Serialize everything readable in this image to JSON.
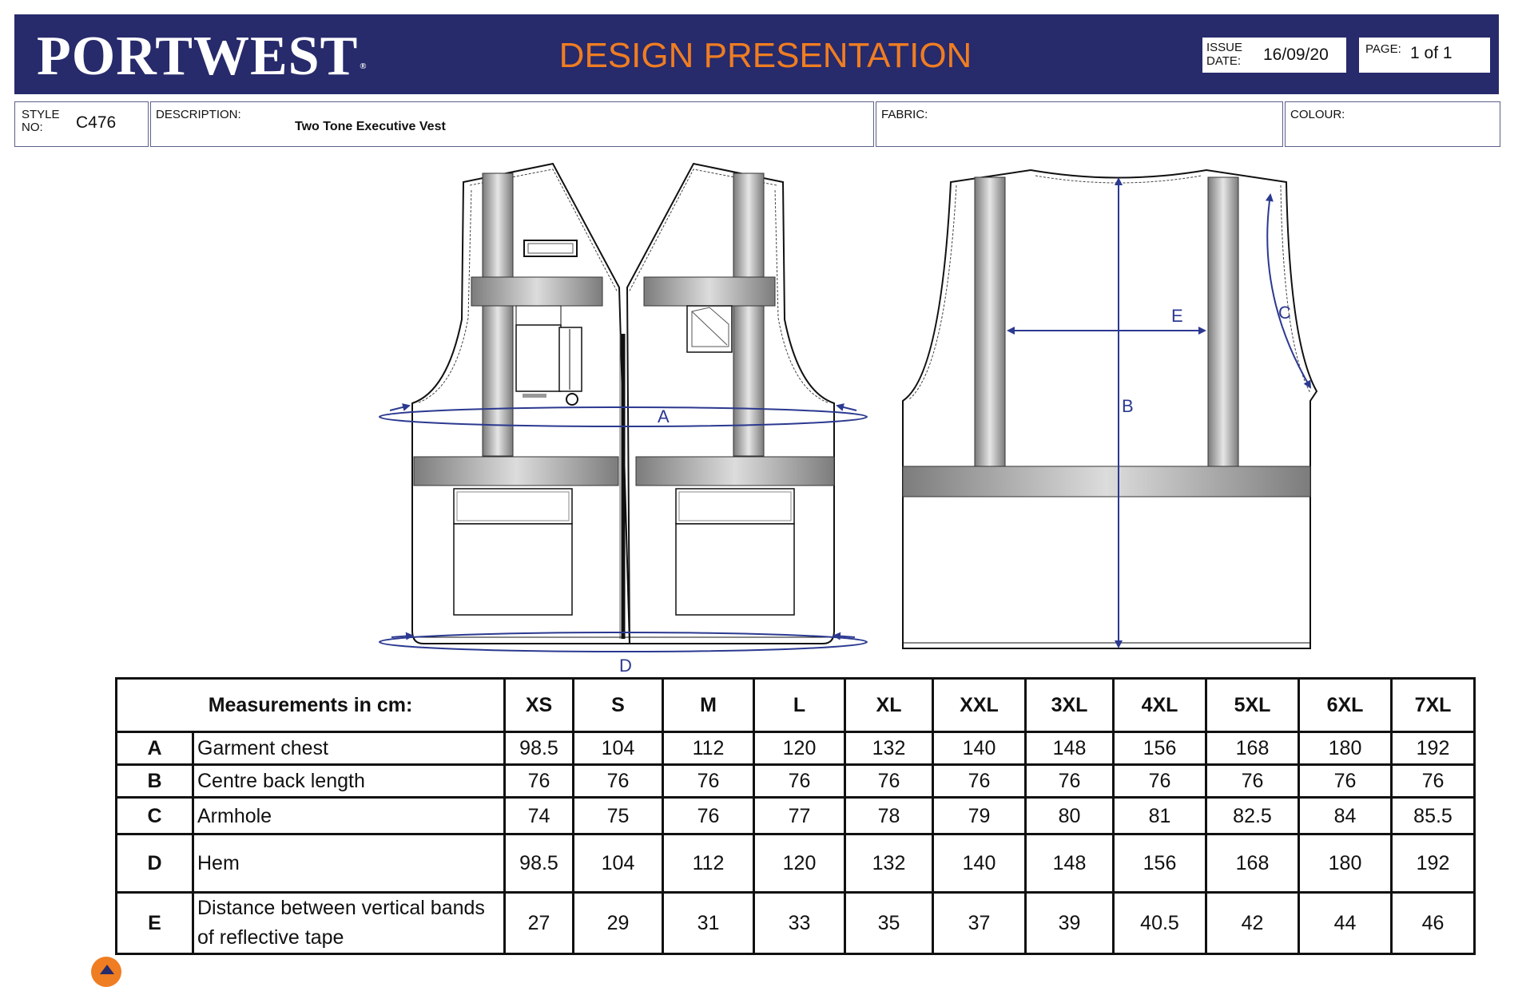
{
  "header": {
    "brand": "PORTWEST",
    "brand_mark": "®",
    "title": "DESIGN PRESENTATION",
    "issue_label_1": "ISSUE",
    "issue_label_2": "DATE:",
    "issue_date": "16/09/20",
    "page_label": "PAGE:",
    "page_value": "1 of 1"
  },
  "info": {
    "style_label_1": "STYLE",
    "style_label_2": "NO:",
    "style_no": "C476",
    "description_label": "DESCRIPTION:",
    "description": "Two Tone Executive Vest",
    "fabric_label": "FABRIC:",
    "fabric": "",
    "colour_label": "COLOUR:",
    "colour": ""
  },
  "diagram": {
    "labels": [
      "A",
      "B",
      "C",
      "D",
      "E"
    ],
    "accent_color": "#2b3990"
  },
  "table": {
    "title": "Measurements in cm:",
    "sizes": [
      "XS",
      "S",
      "M",
      "L",
      "XL",
      "XXL",
      "3XL",
      "4XL",
      "5XL",
      "6XL",
      "7XL"
    ],
    "rows": [
      {
        "key": "A",
        "label": "Garment chest",
        "values": [
          "98.5",
          "104",
          "112",
          "120",
          "132",
          "140",
          "148",
          "156",
          "168",
          "180",
          "192"
        ]
      },
      {
        "key": "B",
        "label": "Centre back length",
        "values": [
          "76",
          "76",
          "76",
          "76",
          "76",
          "76",
          "76",
          "76",
          "76",
          "76",
          "76"
        ]
      },
      {
        "key": "C",
        "label": "Armhole",
        "values": [
          "74",
          "75",
          "76",
          "77",
          "78",
          "79",
          "80",
          "81",
          "82.5",
          "84",
          "85.5"
        ]
      },
      {
        "key": "D",
        "label": "Hem",
        "values": [
          "98.5",
          "104",
          "112",
          "120",
          "132",
          "140",
          "148",
          "156",
          "168",
          "180",
          "192"
        ]
      },
      {
        "key": "E",
        "label_line_1": "Distance between vertical bands",
        "label_line_2": "of reflective tape",
        "values": [
          "27",
          "29",
          "31",
          "33",
          "35",
          "37",
          "39",
          "40.5",
          "42",
          "44",
          "46"
        ]
      }
    ]
  },
  "colors": {
    "navy": "#272a6b",
    "orange": "#ef7d22",
    "measure_blue": "#2b3990"
  }
}
